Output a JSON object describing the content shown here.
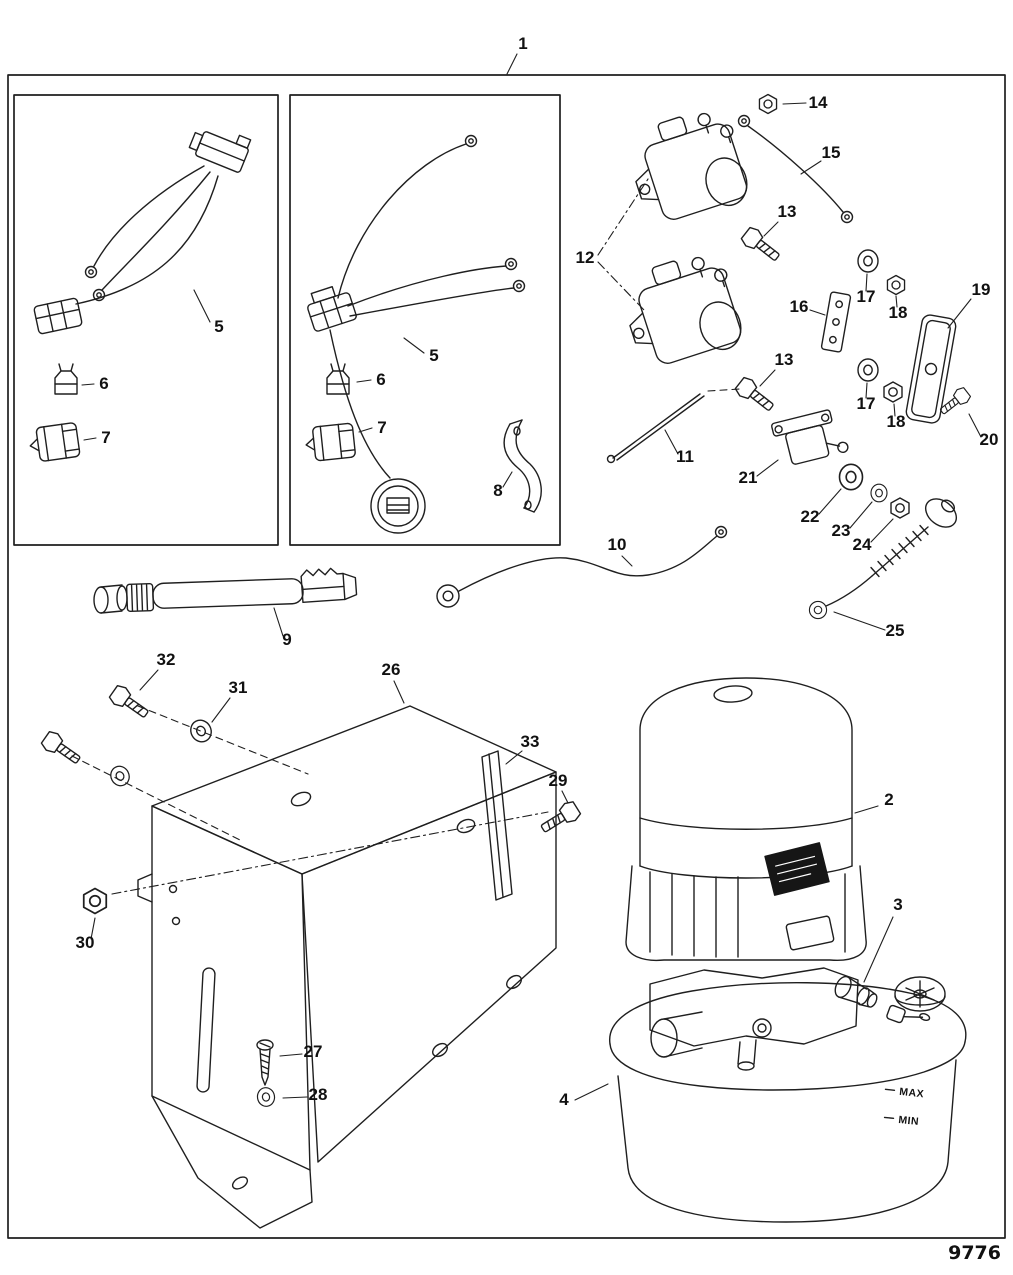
{
  "figure": {
    "drawing_number": "9776"
  },
  "callouts": {
    "1": "1",
    "2": "2",
    "3": "3",
    "4": "4",
    "5": "5",
    "6": "6",
    "7": "7",
    "8": "8",
    "9": "9",
    "10": "10",
    "11": "11",
    "12": "12",
    "13": "13",
    "14": "14",
    "15": "15",
    "16": "16",
    "17": "17",
    "18": "18",
    "19": "19",
    "20": "20",
    "21": "21",
    "22": "22",
    "23": "23",
    "24": "24",
    "25": "25",
    "26": "26",
    "27": "27",
    "28": "28",
    "29": "29",
    "30": "30",
    "31": "31",
    "32": "32",
    "33": "33"
  },
  "reservoir": {
    "max_label": "MAX",
    "min_label": "MIN"
  }
}
